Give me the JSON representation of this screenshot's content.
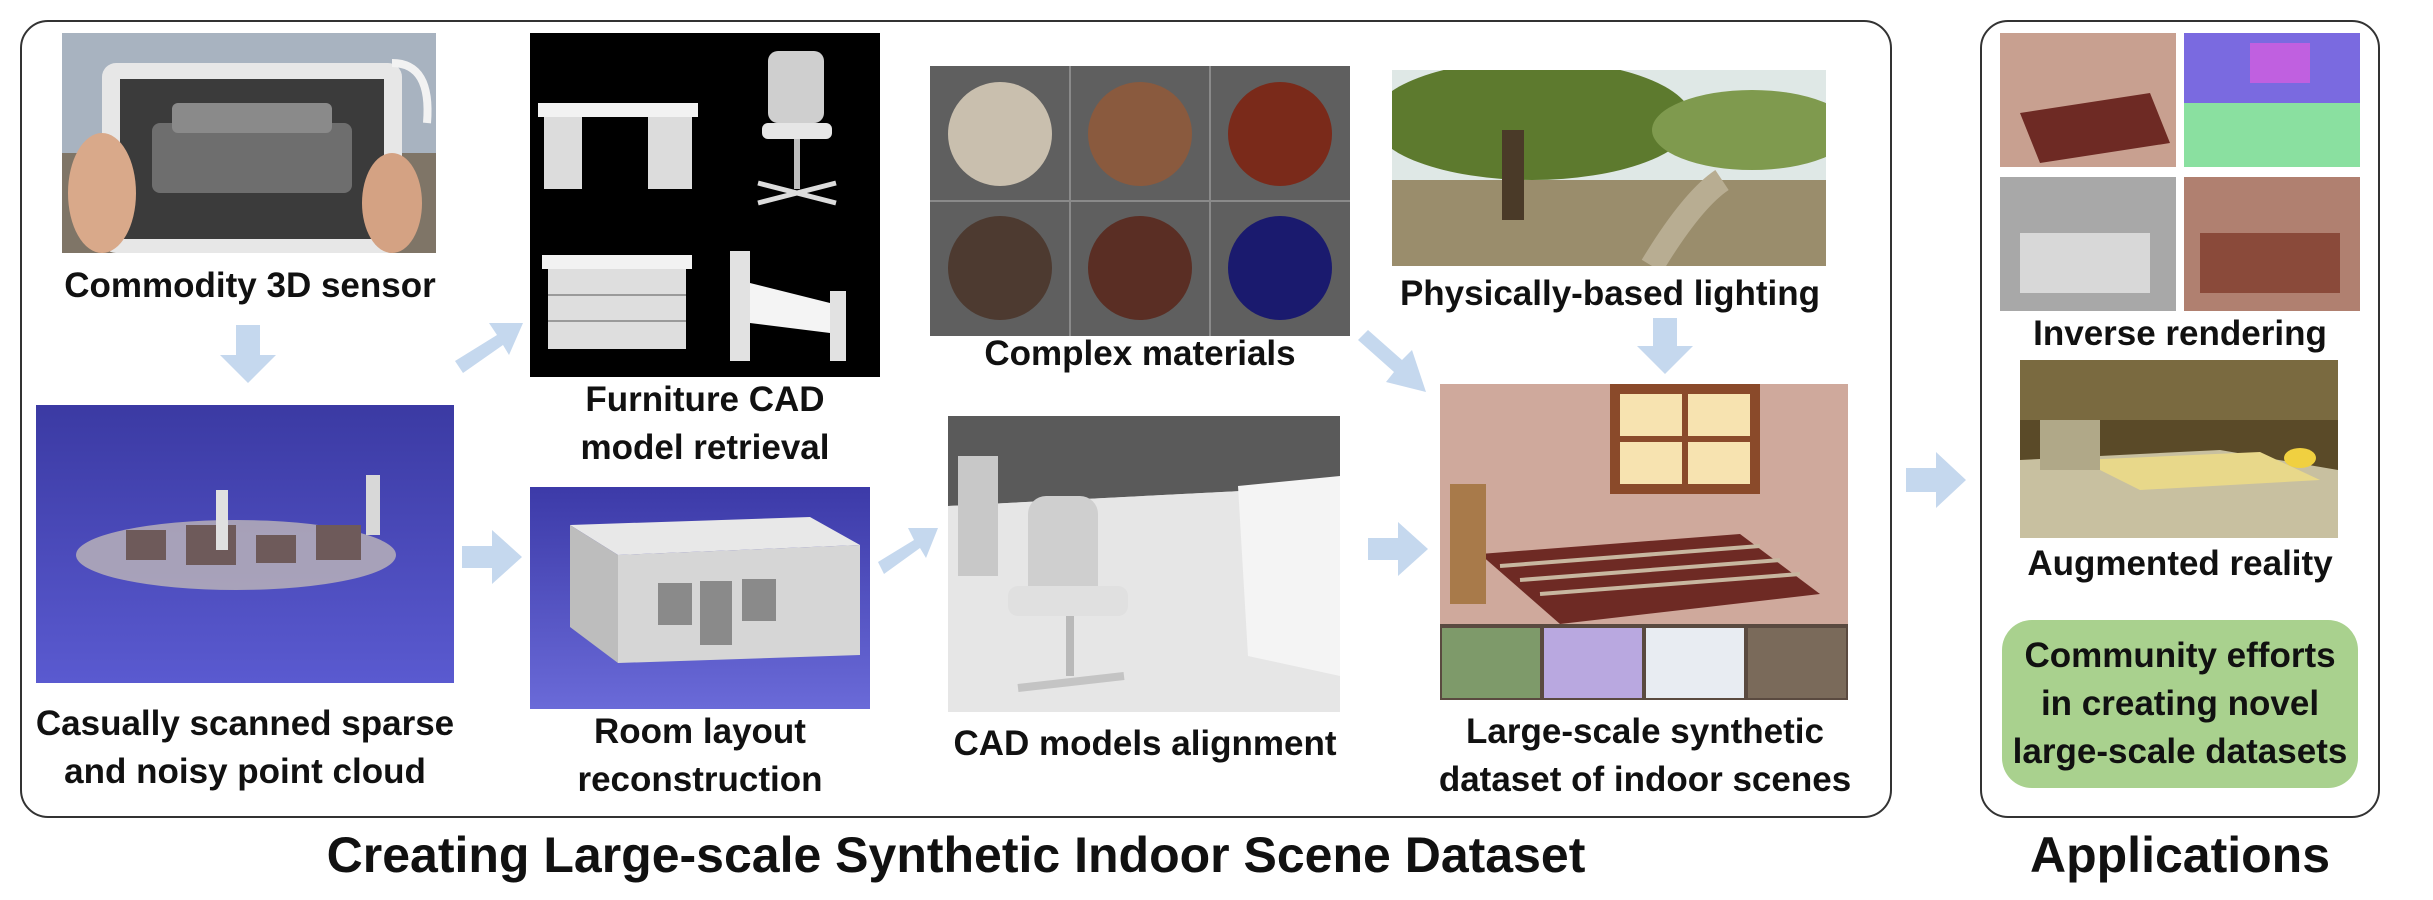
{
  "main_panel": {
    "title": "Creating Large-scale Synthetic Indoor Scene Dataset",
    "steps": {
      "sensor": "Commodity 3D sensor",
      "point_cloud": [
        "Casually scanned sparse",
        "and noisy point cloud"
      ],
      "furniture": [
        "Furniture CAD",
        "model retrieval"
      ],
      "layout": [
        "Room layout",
        "reconstruction"
      ],
      "materials": "Complex materials",
      "alignment": "CAD models alignment",
      "lighting": "Physically-based lighting",
      "dataset": [
        "Large-scale synthetic",
        "dataset of indoor scenes"
      ]
    }
  },
  "applications_panel": {
    "title": "Applications",
    "items": {
      "inverse": "Inverse rendering",
      "ar": "Augmented reality",
      "community": [
        "Community efforts",
        "in creating novel",
        "large-scale datasets"
      ]
    }
  },
  "colors": {
    "arrow": "#c5d8ee",
    "green_box": "#a9d18e",
    "border": "#333333"
  }
}
